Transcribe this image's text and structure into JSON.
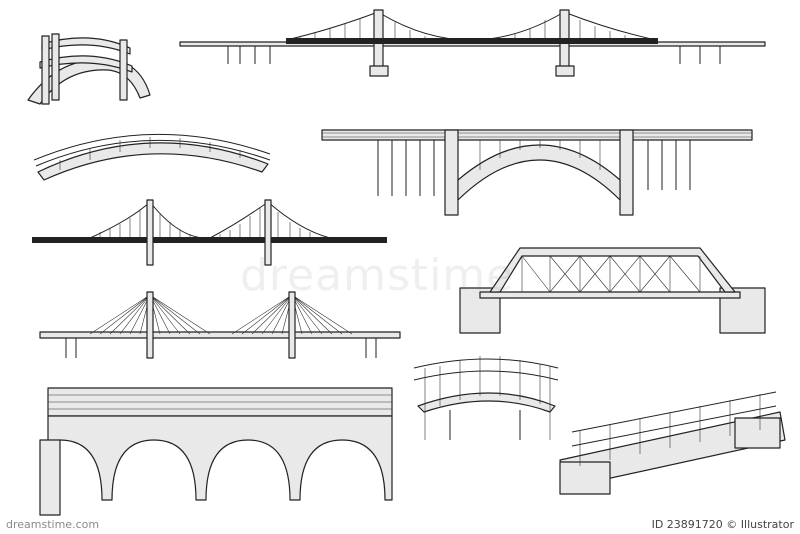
{
  "watermark": {
    "text": "dreamstime"
  },
  "footer": {
    "site": "dreamstime.com",
    "id_text": "ID 23891720 © Illustrator"
  },
  "colors": {
    "stroke": "#222222",
    "fill": "#e6e6e6",
    "background": "#ffffff"
  },
  "items": [
    "curved-footbridge",
    "suspension-bridge-long",
    "arched-wooden-bridge",
    "deck-arch-bridge",
    "suspension-bridge",
    "truss-bridge",
    "cable-stayed-bridge",
    "stone-arch-viaduct",
    "garden-footbridge",
    "plank-footbridge"
  ]
}
